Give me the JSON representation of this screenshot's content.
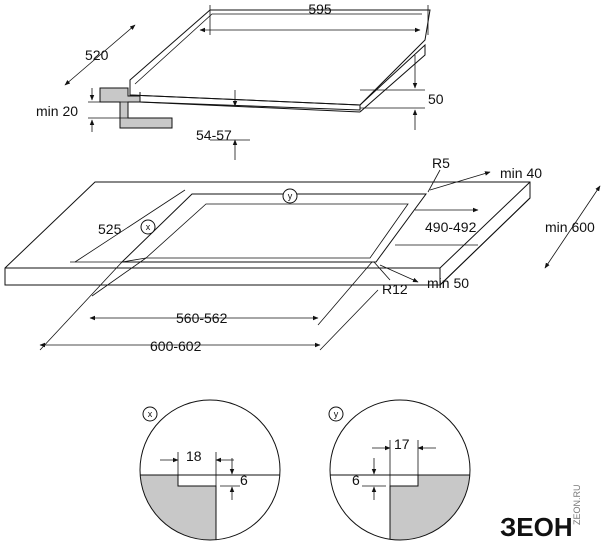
{
  "top_view": {
    "width": "595",
    "depth": "520",
    "height": "50",
    "min_clearance": "min 20",
    "embed_depth": "54-57"
  },
  "worktop": {
    "radius_small": "R5",
    "radius_large": "R12",
    "min_back": "min 40",
    "min_front": "min 50",
    "min_depth": "min 600",
    "cutout_depth_left": "525",
    "cutout_depth_right": "490-492",
    "cutout_width_inner": "560-562",
    "cutout_width_outer": "600-602",
    "marker_x": "x",
    "marker_y": "y"
  },
  "detail_x": {
    "marker": "x",
    "width": "18",
    "height": "6"
  },
  "detail_y": {
    "marker": "y",
    "width": "17",
    "height": "6"
  },
  "watermark": {
    "brand": "ЗЕОН",
    "sub": "ZEON.RU"
  },
  "colors": {
    "line": "#111111",
    "section_fill": "#c8c8c8",
    "background": "#ffffff"
  }
}
